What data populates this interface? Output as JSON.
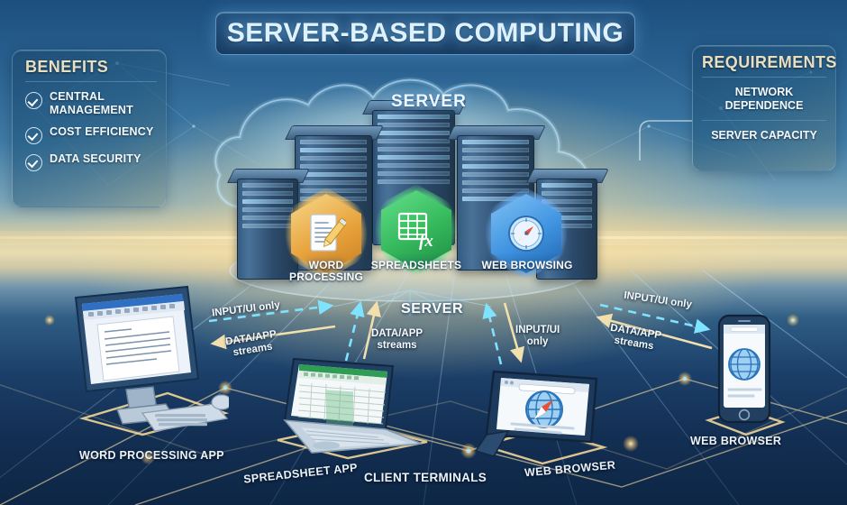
{
  "title": "SERVER-BASED COMPUTING",
  "benefits_panel": {
    "heading": "BENEFITS",
    "items": [
      {
        "label": "CENTRAL MANAGEMENT",
        "icon": "check-circle-icon"
      },
      {
        "label": "COST EFFICIENCY",
        "icon": "check-circle-icon"
      },
      {
        "label": "DATA SECURITY",
        "icon": "check-circle-icon"
      }
    ]
  },
  "requirements_panel": {
    "heading": "REQUIREMENTS",
    "items": [
      {
        "label": "NETWORK DEPENDENCE"
      },
      {
        "label": "SERVER CAPACITY"
      }
    ]
  },
  "cloud": {
    "label": "SERVER",
    "apps": [
      {
        "name": "WORD PROCESSING",
        "icon": "document-pencil-icon",
        "color": "#e8a33d"
      },
      {
        "name": "SPREADSHEETS",
        "icon": "spreadsheet-fx-icon",
        "color": "#3fbf5e"
      },
      {
        "name": "WEB BROWSING",
        "icon": "compass-icon",
        "color": "#3f93e0"
      }
    ]
  },
  "middle": {
    "server_label": "SERVER",
    "flows": [
      {
        "id": "left-input",
        "label": "INPUT/UI only",
        "style": "dashed",
        "color": "#7fe3ff"
      },
      {
        "id": "left-data",
        "label": "DATA/APP\nstreams",
        "style": "solid",
        "color": "#f2dfae"
      },
      {
        "id": "center-data",
        "label": "DATA/APP\nstreams",
        "style": "solid",
        "color": "#f2dfae"
      },
      {
        "id": "center-input",
        "label": "INPUT/UI\nonly",
        "style": "dashed",
        "color": "#7fe3ff"
      },
      {
        "id": "right-input",
        "label": "INPUT/UI only",
        "style": "dashed",
        "color": "#7fe3ff"
      },
      {
        "id": "right-data",
        "label": "DATA/APP\nstreams",
        "style": "solid",
        "color": "#f2dfae"
      }
    ]
  },
  "clients": {
    "group_label": "CLIENT TERMINALS",
    "devices": [
      {
        "label": "WORD PROCESSING APP",
        "type": "desktop-computer",
        "screen": "word-processor"
      },
      {
        "label": "SPREADSHEET APP",
        "type": "laptop",
        "screen": "spreadsheet"
      },
      {
        "label": "WEB BROWSER",
        "type": "tablet",
        "screen": "browser-globe"
      },
      {
        "label": "WEB BROWSER",
        "type": "smartphone",
        "screen": "browser-globe"
      }
    ]
  },
  "palette": {
    "sky": "#1d4f7f",
    "horizon_glow": "#e8dcb0",
    "floor": "#0d2645",
    "grid_line": "#9fc6e0",
    "node_glow": "#ffd98a",
    "accent_cyan": "#7fe3ff",
    "accent_gold": "#f2dfae",
    "panel_heading": "#e8dfc0"
  }
}
